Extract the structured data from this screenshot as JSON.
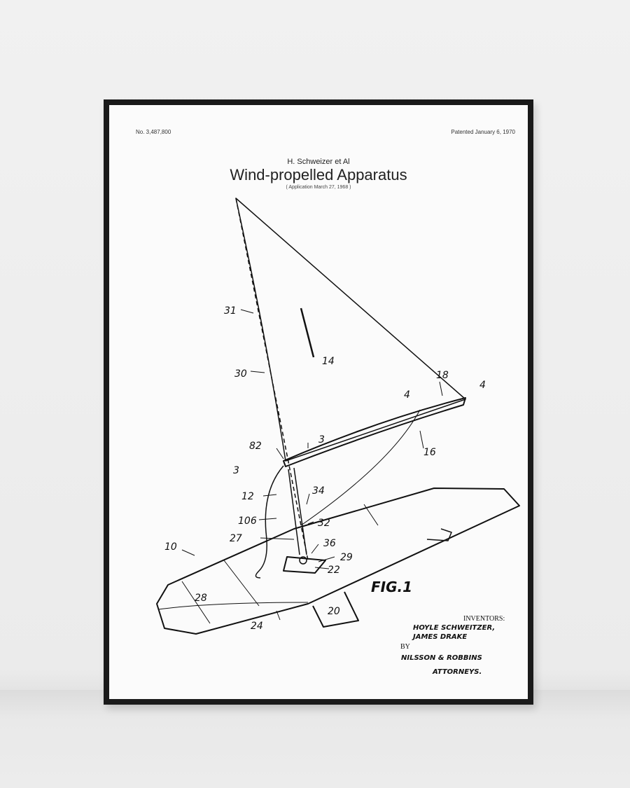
{
  "poster": {
    "patent_number": "No. 3,487,800",
    "patent_date": "Patented January 6, 1970",
    "inventor_line": "H. Schweizer et Al",
    "title": "Wind-propelled Apparatus",
    "application": "( Application  March 27, 1968 )"
  },
  "drawing": {
    "figure_label": "FIG.1",
    "reference_numerals": [
      "31",
      "30",
      "14",
      "18",
      "4",
      "4",
      "3",
      "3",
      "82",
      "16",
      "12",
      "34",
      "106",
      "32",
      "10",
      "27",
      "36",
      "29",
      "22",
      "28",
      "24",
      "20"
    ],
    "inventors_heading": "INVENTORS:",
    "inventor_1": "HOYLE SCHWEITZER,",
    "inventor_2": "JAMES DRAKE",
    "by": "BY",
    "attorneys_name": "NILSSON & ROBBINS",
    "attorneys_label": "ATTORNEYS."
  },
  "colors": {
    "frame": "#1a1a1a",
    "paper": "#fbfbfb",
    "wall": "#ededed"
  }
}
